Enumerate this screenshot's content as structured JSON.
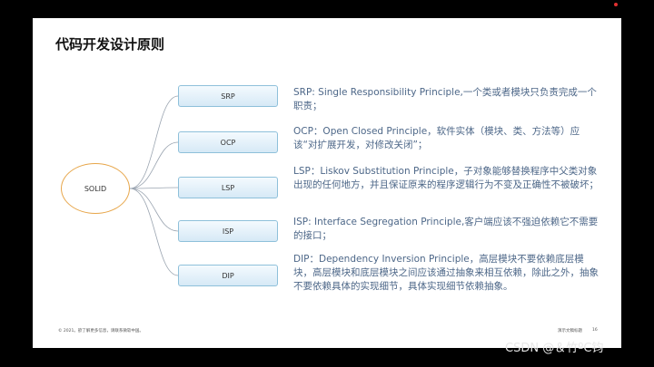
{
  "slide": {
    "title": "代码开发设计原则",
    "root": "SOLID",
    "principles": [
      {
        "label": "SRP",
        "text": "SRP: Single Responsibility Principle,一个类或者模块只负责完成一个职责；"
      },
      {
        "label": "OCP",
        "text": "OCP：Open Closed Principle，软件实体（模块、类、方法等）应该“对扩展开发，对修改关闭”；"
      },
      {
        "label": "LSP",
        "text": "LSP：Liskov Substitution Principle，子对象能够替换程序中父类对象出现的任何地方，并且保证原来的程序逻辑行为不变及正确性不被破坏；"
      },
      {
        "label": "ISP",
        "text": "ISP: Interface Segregation Principle,客户端应该不强迫依赖它不需要的接口；"
      },
      {
        "label": "DIP",
        "text": "DIP：Dependency Inversion Principle，高层模块不要依赖底层模块，高层模块和底层模块之间应该通过抽象来相互依赖，除此之外，抽象不要依赖具体的实现细节，具体实现细节依赖抽象。"
      }
    ],
    "footer_left": "© 2021。欲了解更多信息，请联系微软中国。",
    "footer_right": "演示文稿标题",
    "page_number": "16"
  },
  "watermark": "CSDN @＆竹ºC钧",
  "colors": {
    "connector": "#9aa4b0",
    "root_border": "#e7a64a",
    "box_border": "#8ec0da",
    "desc_text": "#4d6788"
  }
}
